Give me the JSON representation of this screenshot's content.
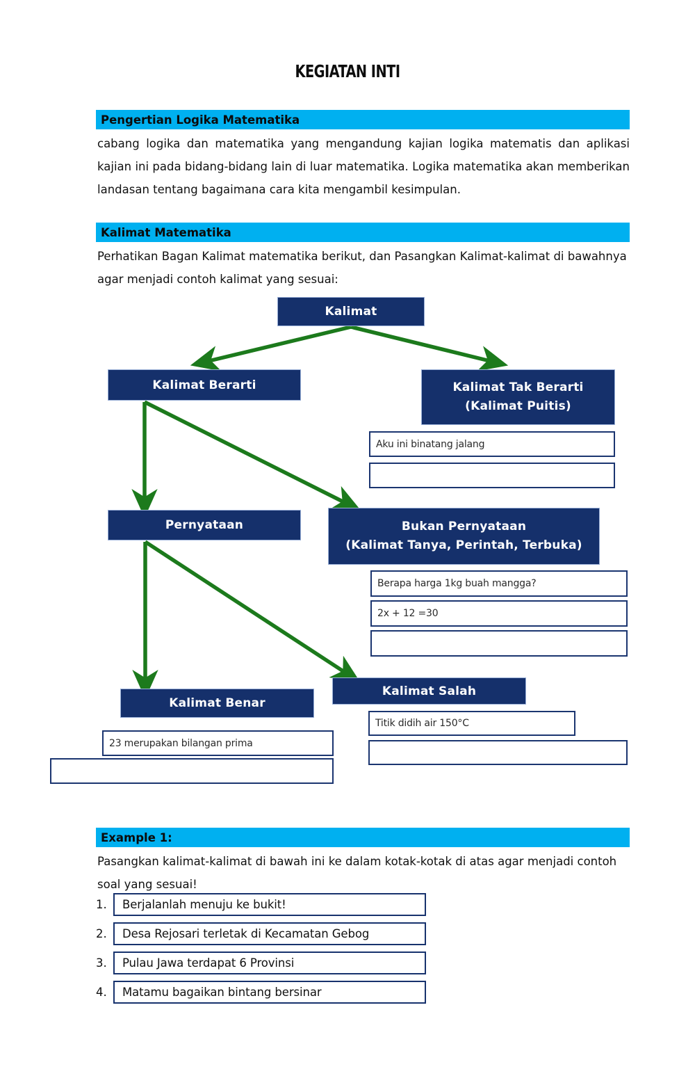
{
  "document": {
    "title": "KEGIATAN INTI"
  },
  "colors": {
    "section_header_bg": "#00B0F0",
    "box_navy": "#15306B",
    "arrow_green": "#1C7A1C",
    "slot_border": "#1B3570",
    "page_bg": "#FFFFFF"
  },
  "sections": [
    {
      "header": "Pengertian Logika Matematika",
      "body": "cabang logika dan matematika yang mengandung kajian logika matematis dan aplikasi kajian ini pada bidang-bidang lain di luar matematika. Logika matematika akan memberikan landasan tentang bagaimana cara kita mengambil kesimpulan."
    },
    {
      "header": "Kalimat Matematika",
      "body": "Perhatikan Bagan Kalimat matematika berikut, dan Pasangkan Kalimat-kalimat di bawahnya agar menjadi contoh kalimat yang sesuai:"
    },
    {
      "header": "Example 1:",
      "body": "Pasangkan kalimat-kalimat di bawah ini ke dalam kotak-kotak di atas agar menjadi contoh soal yang sesuai!"
    }
  ],
  "diagram": {
    "nodes": {
      "root": "Kalimat",
      "berarti": "Kalimat Berarti",
      "tak_berarti_line1": "Kalimat Tak Berarti",
      "tak_berarti_line2": "(Kalimat Puitis)",
      "pernyataan": "Pernyataan",
      "bukan_pernyataan_line1": "Bukan Pernyataan",
      "bukan_pernyataan_line2": "(Kalimat Tanya, Perintah, Terbuka)",
      "kalimat_benar": "Kalimat Benar",
      "kalimat_salah": "Kalimat Salah"
    },
    "slots": {
      "tak_berarti": [
        "Aku ini binatang jalang",
        ""
      ],
      "bukan_pernyataan": [
        "Berapa harga 1kg buah mangga?",
        "2x + 12 =30",
        ""
      ],
      "kalimat_benar": [
        "23 merupakan bilangan prima",
        ""
      ],
      "kalimat_salah": [
        "Titik didih air 150°C",
        ""
      ]
    }
  },
  "example_list": [
    {
      "number": "1.",
      "text": "Berjalanlah menuju ke bukit!"
    },
    {
      "number": "2.",
      "text": "Desa Rejosari terletak di Kecamatan Gebog"
    },
    {
      "number": "3.",
      "text": "Pulau Jawa terdapat 6 Provinsi"
    },
    {
      "number": "4.",
      "text": "Matamu bagaikan bintang bersinar"
    }
  ]
}
